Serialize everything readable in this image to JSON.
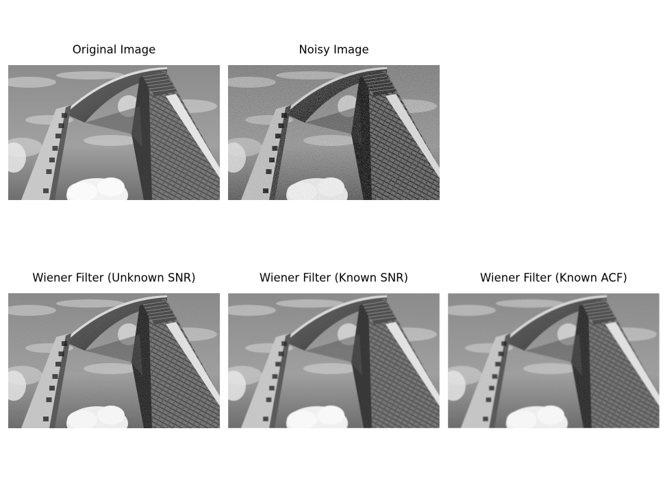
{
  "figure": {
    "panels": [
      {
        "id": "original",
        "title": "Original Image",
        "noise": 0,
        "blur": 0
      },
      {
        "id": "noisy",
        "title": "Noisy Image",
        "noise": 1,
        "blur": 0
      },
      {
        "id": "unknown-snr",
        "title": "Wiener Filter (Unknown SNR)",
        "noise": 0.35,
        "blur": 0.2
      },
      {
        "id": "known-snr",
        "title": "Wiener Filter (Known SNR)",
        "noise": 0.15,
        "blur": 0.5
      },
      {
        "id": "known-acf",
        "title": "Wiener Filter (Known ACF)",
        "noise": 0.3,
        "blur": 0.6
      }
    ]
  }
}
